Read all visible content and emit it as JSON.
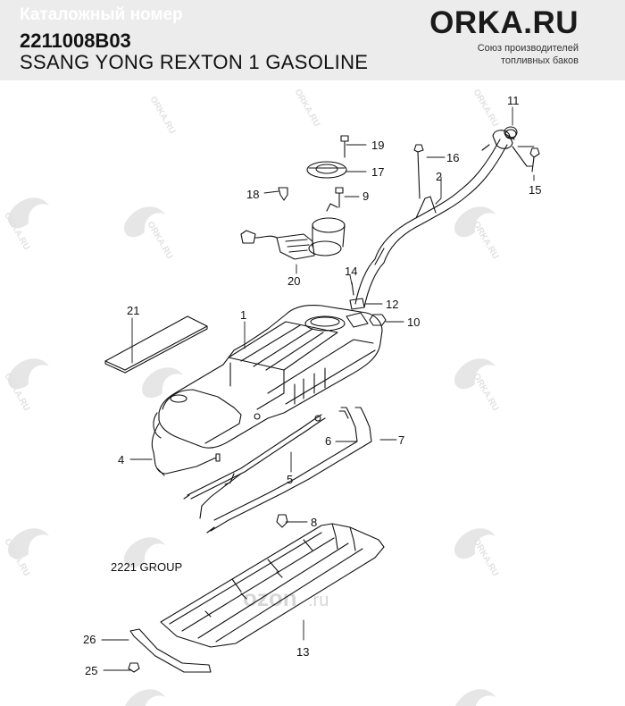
{
  "header": {
    "catalog_label": "Каталожный номер",
    "part_number": "2211008B03",
    "vehicle": "SSANG YONG REXTON 1 GASOLINE",
    "brand": "ORKA.RU",
    "tagline_line1": "Союз производителей",
    "tagline_line2": "топливных баков"
  },
  "diagram": {
    "group_label": "2221 GROUP",
    "watermark_brand": "ORKA.RU",
    "watermark_ozon": "ozon",
    "watermark_ozon_tld": ".ru",
    "callouts": [
      "1",
      "2",
      "4",
      "5",
      "6",
      "7",
      "8",
      "9",
      "10",
      "11",
      "12",
      "13",
      "14",
      "15",
      "16",
      "17",
      "18",
      "19",
      "20",
      "21",
      "25",
      "26"
    ]
  },
  "colors": {
    "header_bg": "#ececec",
    "line": "#111111",
    "watermark": "#e2e2e2"
  }
}
